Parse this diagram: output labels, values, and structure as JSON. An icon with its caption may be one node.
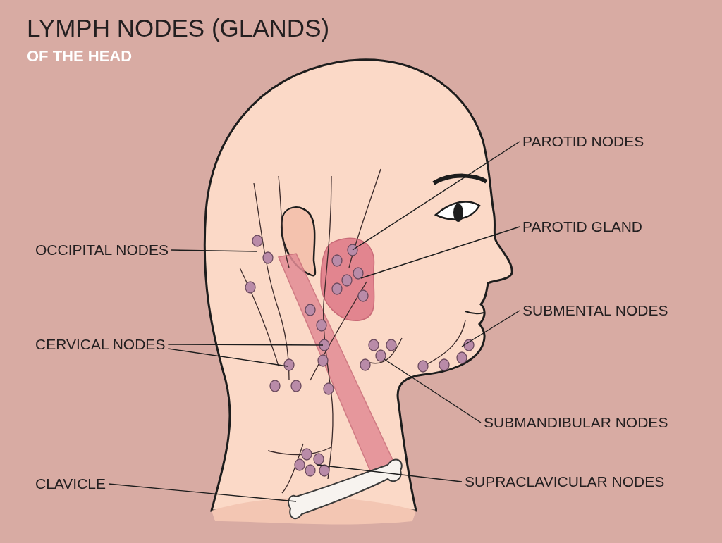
{
  "diagram": {
    "title": "LYMPH NODES (GLANDS)",
    "nodes": [
      {
        "text": [
          "PAROTID NODES"
        ]
      },
      {
        "text": [
          "PAROTID GLAND"
        ]
      },
      {
        "text": [
          "OCCIPITAL NODES"
        ]
      },
      {
        "text": [
          "SUBMENTAL NODES"
        ]
      },
      {
        "text": [
          "CERVICAL NODES"
        ]
      },
      {
        "text": [
          "SUBMANDIBULAR NODES"
        ]
      },
      {
        "text": [
          "SUPRACLAVICULAR NODES"
        ]
      },
      {
        "text": [
          "CLAVICLE"
        ]
      }
    ],
    "edges": [
      {
        "from": 0,
        "to": null,
        "arrow": "none"
      },
      {
        "from": 1,
        "to": null,
        "arrow": "none"
      },
      {
        "from": 2,
        "to": null,
        "arrow": "none"
      },
      {
        "from": 3,
        "to": null,
        "arrow": "none"
      },
      {
        "from": 4,
        "to": null,
        "arrow": "none"
      },
      {
        "from": 4,
        "to": null,
        "arrow": "none"
      },
      {
        "from": 5,
        "to": null,
        "arrow": "none"
      },
      {
        "from": 6,
        "to": null,
        "arrow": "none"
      },
      {
        "from": 7,
        "to": null,
        "arrow": "none"
      }
    ],
    "labels": [
      "OF THE HEAD"
    ]
  }
}
